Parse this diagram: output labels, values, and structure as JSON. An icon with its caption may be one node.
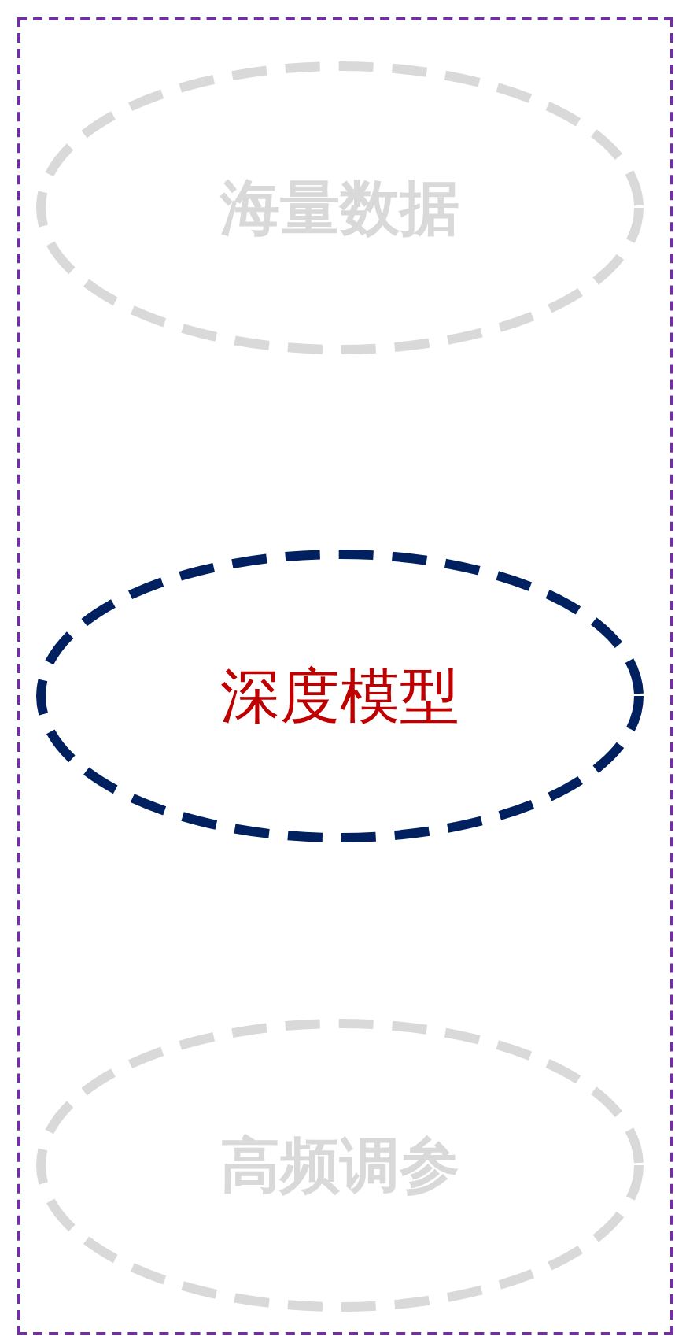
{
  "diagram": {
    "nodes": [
      {
        "text": [],
        "shape": "box"
      },
      {
        "text": [
          "海量数据"
        ],
        "in": 0
      },
      {
        "text": [
          "深度模型"
        ],
        "in": 0
      },
      {
        "text": [
          "高频调参"
        ],
        "in": 0
      }
    ]
  }
}
